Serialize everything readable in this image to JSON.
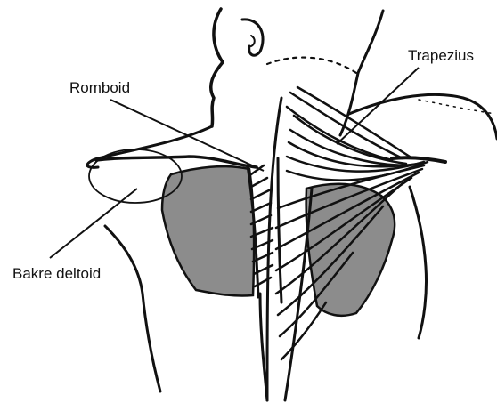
{
  "labels": {
    "romboid": "Romboid",
    "trapezius": "Trapezius",
    "bakre_deltoid": "Bakre deltoid"
  },
  "colors": {
    "ink": "#111111",
    "muscle_fill": "#8c8c8c",
    "background": "#ffffff"
  }
}
